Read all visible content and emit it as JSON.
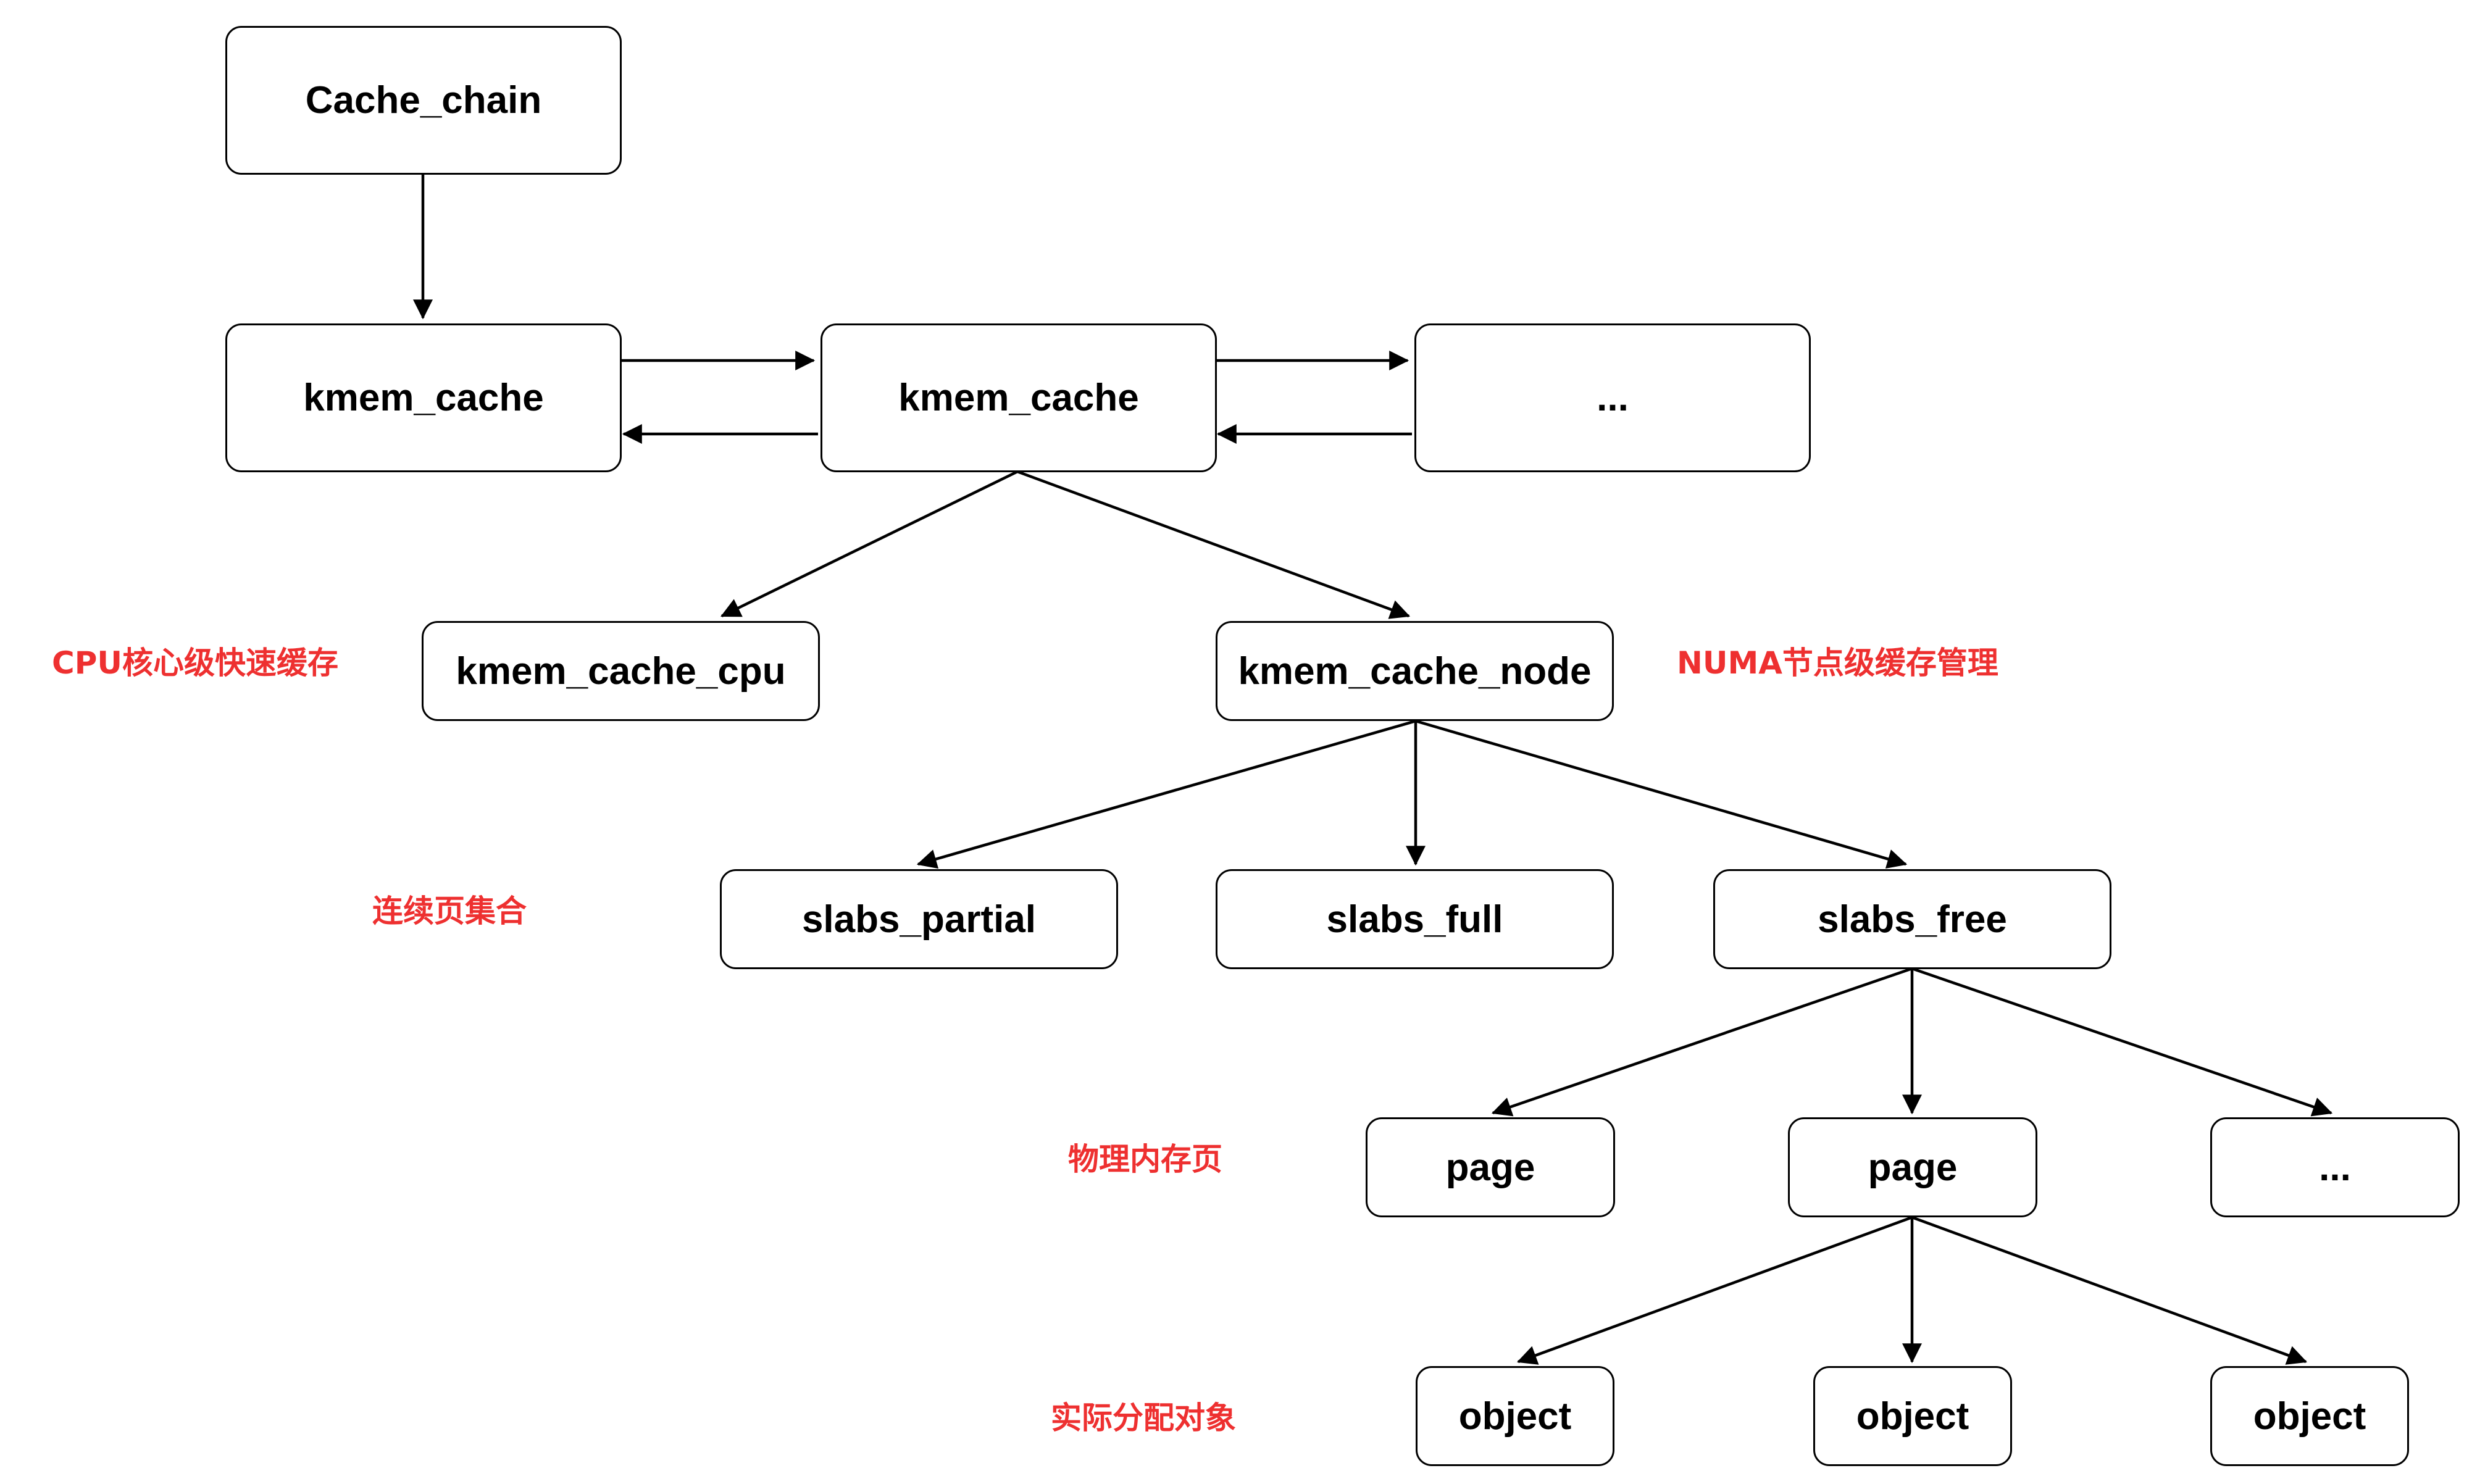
{
  "nodes": {
    "cache_chain": "Cache_chain",
    "kmem_cache_1": "kmem_cache",
    "kmem_cache_2": "kmem_cache",
    "kmem_cache_more": "...",
    "kmem_cache_cpu": "kmem_cache_cpu",
    "kmem_cache_node": "kmem_cache_node",
    "slabs_partial": "slabs_partial",
    "slabs_full": "slabs_full",
    "slabs_free": "slabs_free",
    "page_1": "page",
    "page_2": "page",
    "page_more": "...",
    "object_1": "object",
    "object_2": "object",
    "object_3": "object"
  },
  "annotations": {
    "cpu": "CPU核心级快速缓存",
    "numa": "NUMA节点级缓存管理",
    "slabs": "连续页集合",
    "pages": "物理内存页",
    "objects": "实际分配对象"
  },
  "colors": {
    "annotation": "#ee3030",
    "stroke": "#000000"
  }
}
